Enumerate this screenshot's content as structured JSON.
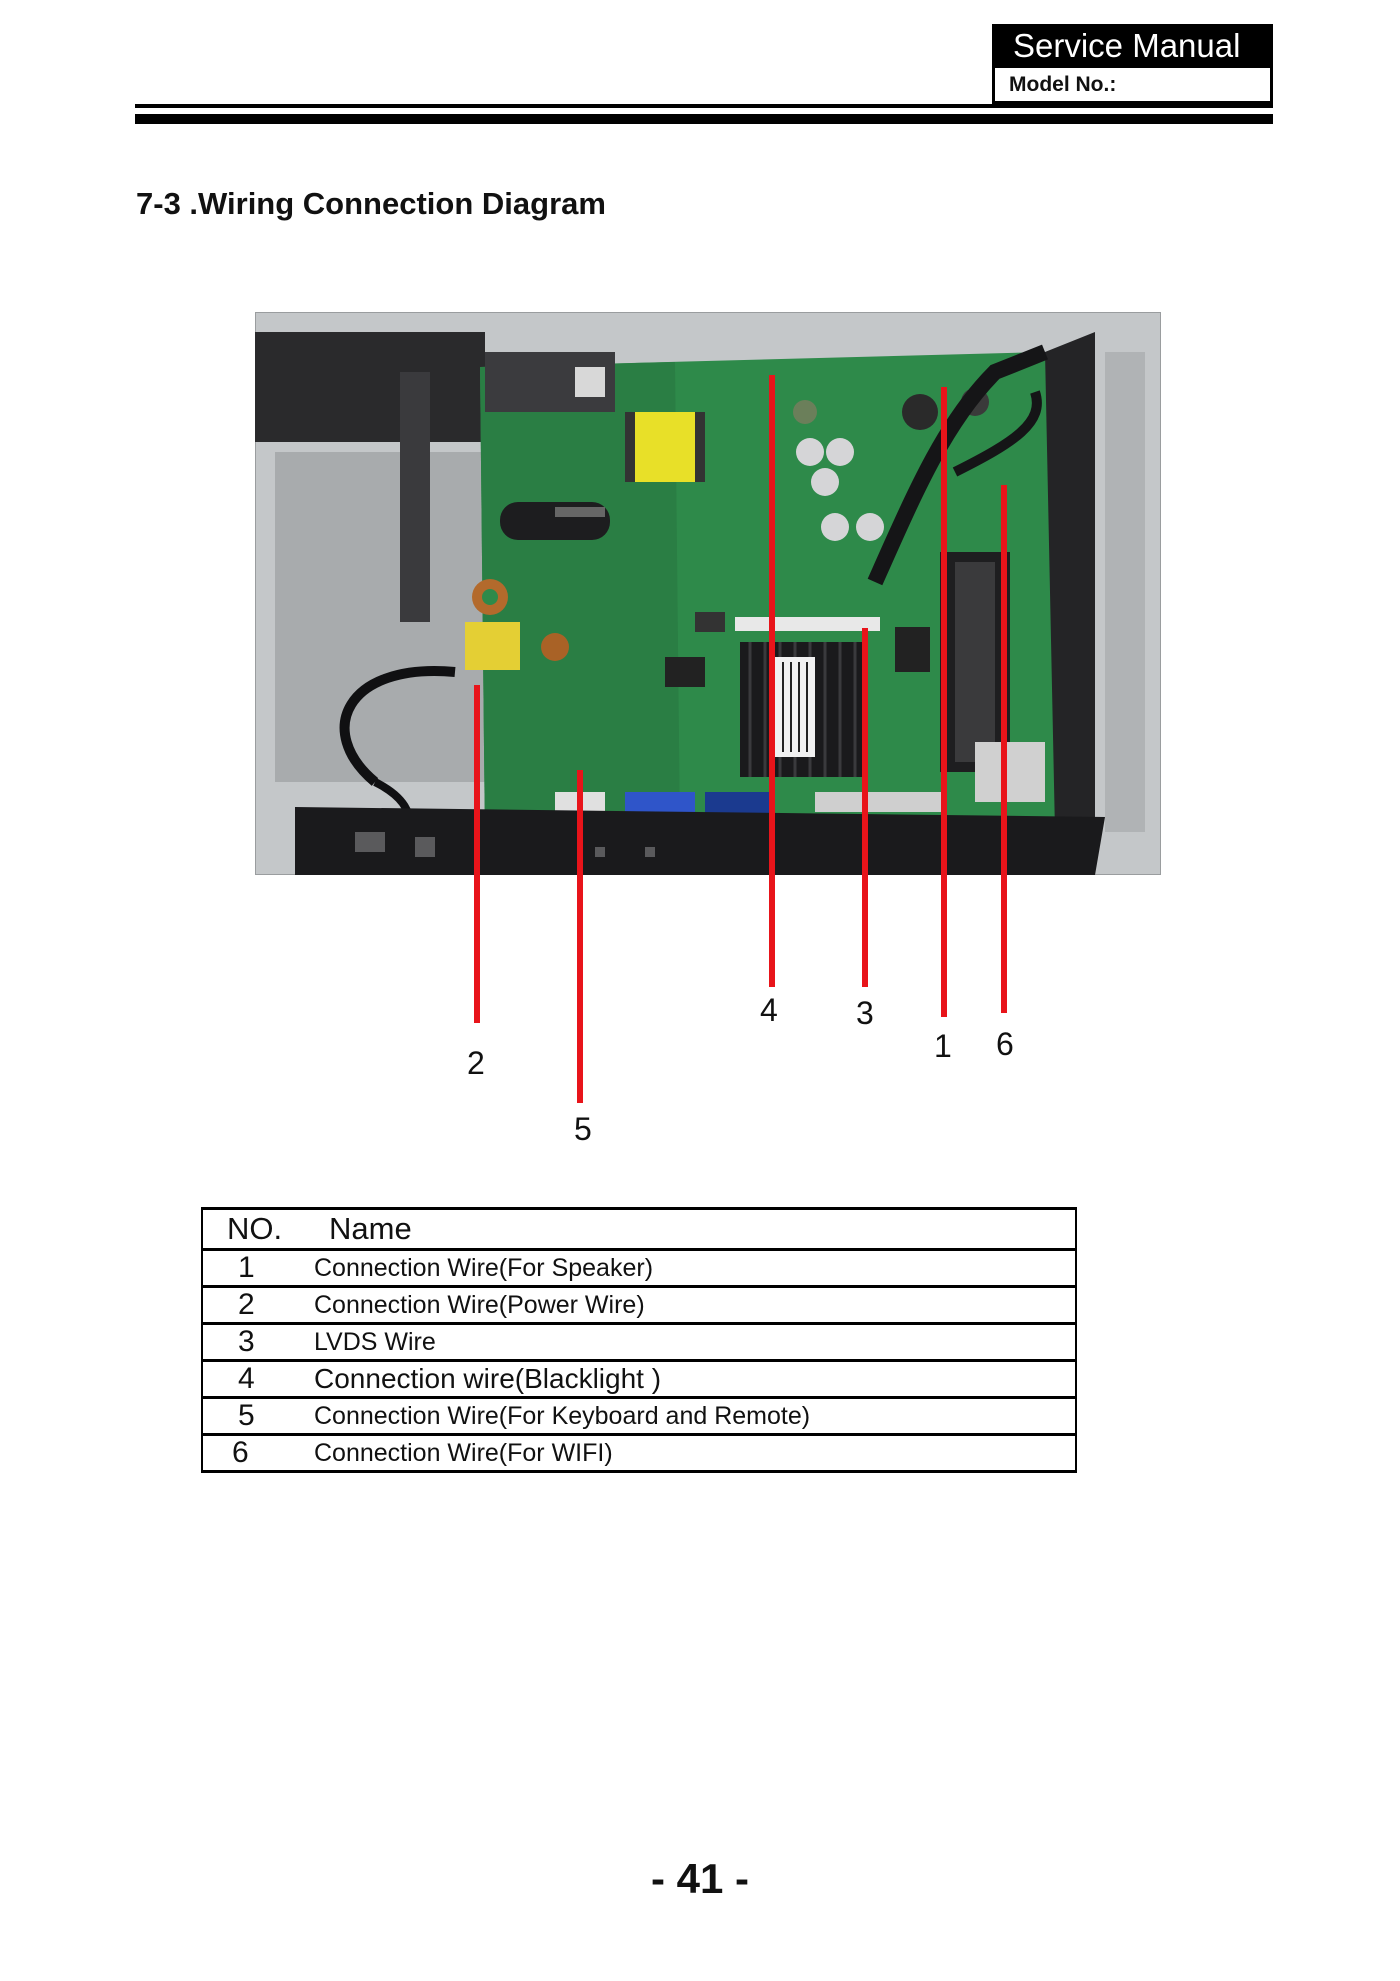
{
  "header": {
    "title": "Service Manual",
    "model_label": "Model No.:"
  },
  "section_title": "7-3 .Wiring Connection Diagram",
  "callouts": [
    "1",
    "2",
    "3",
    "4",
    "5",
    "6"
  ],
  "table": {
    "headers": [
      "NO.",
      "Name"
    ],
    "rows": [
      {
        "no": "1",
        "name": "Connection Wire(For Speaker)"
      },
      {
        "no": "2",
        "name": "Connection Wire(Power Wire)"
      },
      {
        "no": "3",
        "name": "LVDS Wire"
      },
      {
        "no": "4",
        "name": "Connection wire(Blacklight )"
      },
      {
        "no": "5",
        "name": "Connection Wire(For Keyboard  and Remote)"
      },
      {
        "no": "6",
        "name": "Connection Wire(For WIFI)"
      }
    ]
  },
  "page_number": "- 41 -",
  "colors": {
    "callout_line": "#e8141a",
    "pcb_green": "#2e8a4a",
    "chassis_gray": "#b9bcbe"
  }
}
